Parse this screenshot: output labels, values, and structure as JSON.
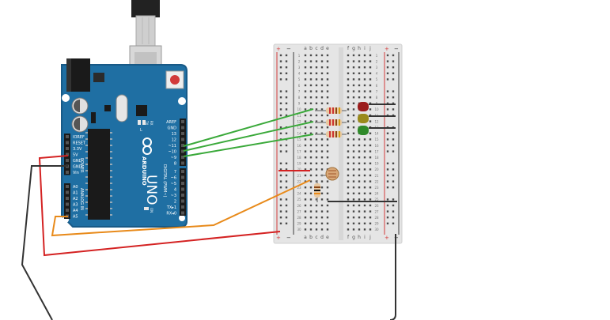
{
  "colors": {
    "board_blue": "#1f6fa3",
    "board_dark": "#185a87",
    "breadboard": "#e5e5e5",
    "rail_red": "#d33a3a",
    "rail_blue": "#3a3a3a",
    "wire_green": "#3aa93a",
    "wire_red": "#d42222",
    "wire_orange": "#e88a1a",
    "wire_black": "#333333",
    "led_red": "#9b1c1c",
    "led_yellow": "#9a8a1c",
    "led_green": "#2f8a2a"
  },
  "arduino": {
    "brand": "ARDUINO",
    "model": "UNO",
    "logo_icon": "infinity-logo-icon",
    "power_header_label": "POWER",
    "analog_header_label": "ANALOG IN",
    "digital_header_label": "DIGITAL (PWM~)",
    "on_label": "ON",
    "tx_label": "TX",
    "rx_label": "RX",
    "l_label": "L",
    "power_pins": [
      "IOREF",
      "RESET",
      "3.3V",
      "5V",
      "GND",
      "GND",
      "Vin"
    ],
    "analog_pins": [
      "A0",
      "A1",
      "A2",
      "A3",
      "A4",
      "A5"
    ],
    "digital_pins_top": [
      "AREF",
      "GND",
      "13",
      "12",
      "~11",
      "~10",
      "~9",
      "8"
    ],
    "digital_pins_bottom": [
      "7",
      "~6",
      "~5",
      "4",
      "~3",
      "2",
      "TX▸1",
      "RX◂0"
    ]
  },
  "breadboard": {
    "rail_plus": "+",
    "rail_minus": "−",
    "column_letters_left": [
      "a",
      "b",
      "c",
      "d",
      "e"
    ],
    "column_letters_right": [
      "f",
      "g",
      "h",
      "i",
      "j"
    ],
    "row_count": 30
  }
}
